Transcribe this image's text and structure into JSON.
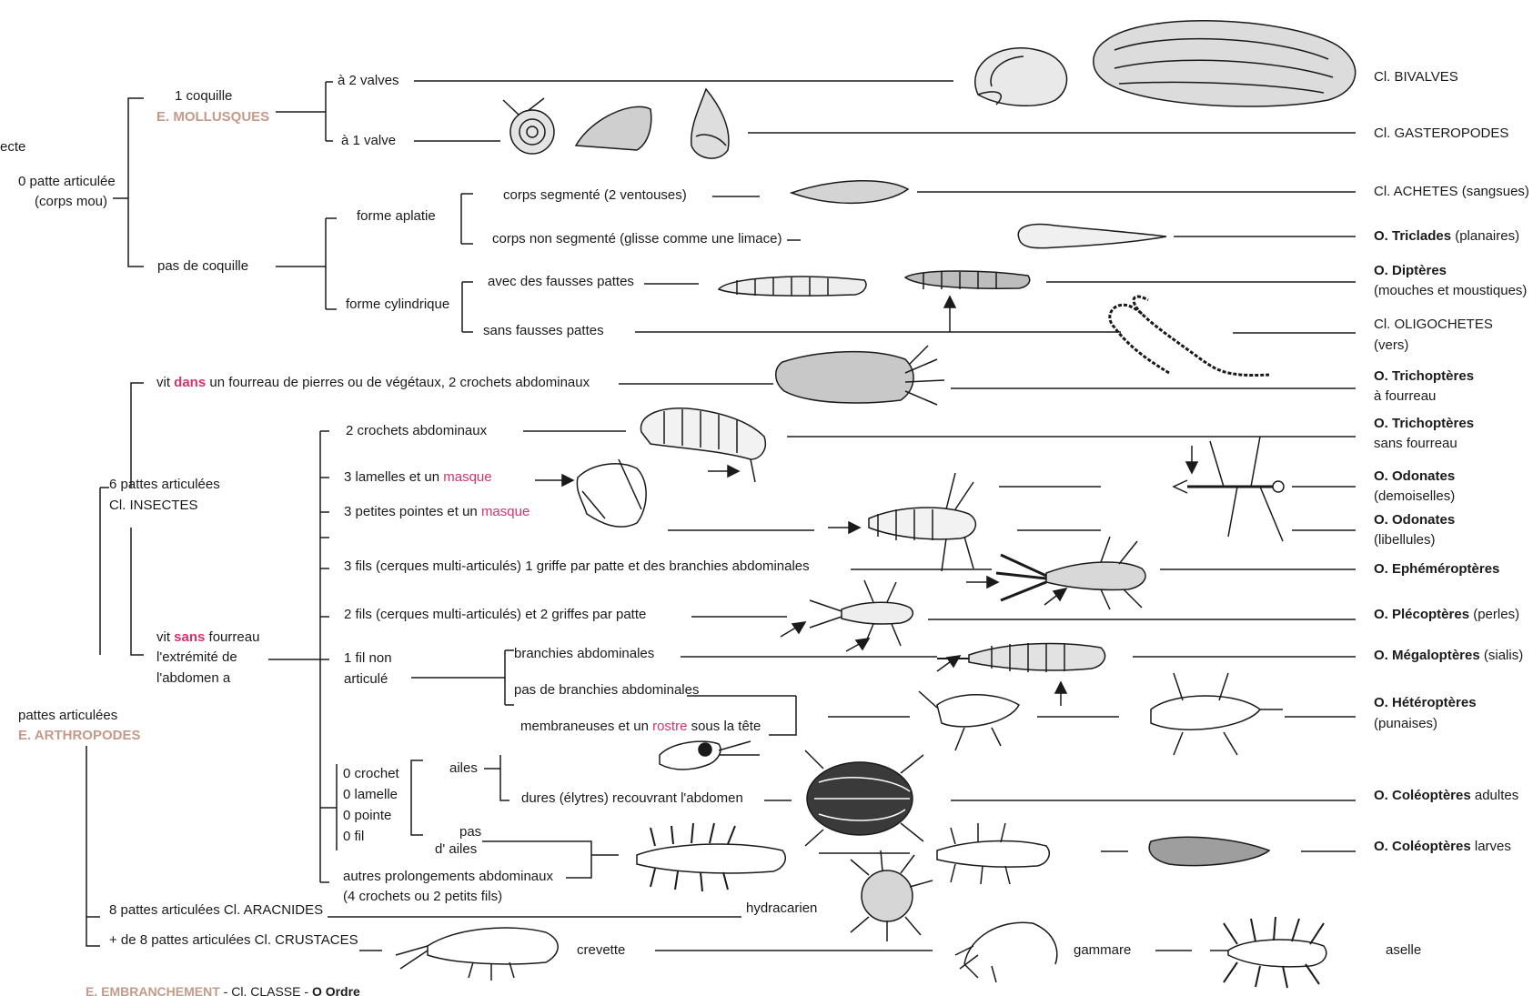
{
  "tree": {
    "cut_top": "ecte",
    "zero_patte": [
      "0 patte articulée",
      "(corps mou)"
    ],
    "une_coquille": "1 coquille",
    "mollusques": "E. MOLLUSQUES",
    "pas_coquille": "pas de coquille",
    "deux_valves": "à 2 valves",
    "une_valve": "à 1 valve",
    "forme_aplatie": "forme aplatie",
    "forme_cylindrique": "forme cylindrique",
    "corps_segmente": "corps segmenté (2 ventouses)",
    "corps_non_segmente": "corps non segmenté (glisse comme une limace)",
    "avec_fausses_pattes": "avec des fausses pattes",
    "sans_fausses_pattes": "sans fausses pattes",
    "fourreau_pre": "vit ",
    "fourreau_kw": "dans",
    "fourreau_post": " un fourreau de pierres ou de végétaux, 2 crochets abdominaux",
    "six_pattes": "6 pattes articulées",
    "insectes": "Cl. INSECTES",
    "sans_fourreau_1_pre": "vit ",
    "sans_fourreau_1_kw": "sans",
    "sans_fourreau_1_post": " fourreau",
    "sans_fourreau_2": "l'extrémité de",
    "sans_fourreau_3": "l'abdomen a",
    "deux_crochets": "2 crochets abdominaux",
    "trois_lamelles_pre": "3 lamelles et un ",
    "trois_lamelles_kw": "masque",
    "trois_pointes_pre": "3 petites pointes et un ",
    "trois_pointes_kw": "masque",
    "trois_fils": "3 fils (cerques multi-articulés) 1 griffe par patte et des branchies abdominales",
    "deux_fils": "2 fils (cerques multi-articulés) et 2 griffes par patte",
    "un_fil": [
      "1 fil non",
      "articulé"
    ],
    "branchies": "branchies abdominales",
    "pas_branchies": "pas de branchies abdominales",
    "membraneuses_pre": "membraneuses et un ",
    "membraneuses_kw": "rostre",
    "membraneuses_post": " sous la tête",
    "ailes": "ailes",
    "dures": "dures (élytres) recouvrant l'abdomen",
    "pas_ailes": [
      "pas",
      "d' ailes"
    ],
    "zero_list": [
      "0 crochet",
      "0 lamelle",
      "0 pointe",
      "0 fil"
    ],
    "autres": [
      "autres prolongements abdominaux",
      "(4 crochets ou 2 petits fils)"
    ],
    "pattes_articulees": "pattes articulées",
    "arthropodes": "E. ARTHROPODES",
    "huit_pattes": "8 pattes articulées Cl. ARACNIDES",
    "plus_huit": "+ de 8 pattes articulées Cl. CRUSTACES",
    "hydracarien": "hydracarien",
    "crevette": "crevette",
    "gammare": "gammare",
    "aselle": "aselle"
  },
  "results": [
    {
      "bold": "Cl. BIVALVES",
      "rest": "",
      "sub": ""
    },
    {
      "bold": "Cl. GASTEROPODES",
      "rest": "",
      "sub": ""
    },
    {
      "bold": "Cl. ACHETES",
      "rest": " (sangsues)",
      "sub": ""
    },
    {
      "bold": "O. Triclades",
      "rest": " (planaires)",
      "sub": ""
    },
    {
      "bold": "O. Diptères",
      "rest": "",
      "sub": "(mouches et moustiques)"
    },
    {
      "bold": "Cl. OLIGOCHETES",
      "rest": "",
      "sub": "(vers)"
    },
    {
      "bold": "O. Trichoptères",
      "rest": "",
      "sub": "à fourreau"
    },
    {
      "bold": "O. Trichoptères",
      "rest": "",
      "sub": "sans fourreau"
    },
    {
      "bold": "O. Odonates",
      "rest": "",
      "sub": "(demoiselles)"
    },
    {
      "bold": "O. Odonates",
      "rest": "",
      "sub": "(libellules)"
    },
    {
      "bold": "O. Ephéméroptères",
      "rest": "",
      "sub": ""
    },
    {
      "bold": "O. Plécoptères",
      "rest": " (perles)",
      "sub": ""
    },
    {
      "bold": "O. Mégaloptères",
      "rest": " (sialis)",
      "sub": ""
    },
    {
      "bold": "O. Hétéroptères",
      "rest": "",
      "sub": "(punaises)"
    },
    {
      "bold": "O. Coléoptères",
      "rest": " adultes",
      "sub": ""
    },
    {
      "bold": "O. Coléoptères",
      "rest": " larves",
      "sub": ""
    }
  ],
  "legend": {
    "embranchement": "E. EMBRANCHEMENT",
    "sep1": " - ",
    "classe": "Cl. CLASSE",
    "sep2": " - ",
    "ordre": "O Ordre"
  },
  "colors": {
    "tan": "#c49a8a",
    "keyword": "#d6336c",
    "ink": "#1a1a1a"
  }
}
